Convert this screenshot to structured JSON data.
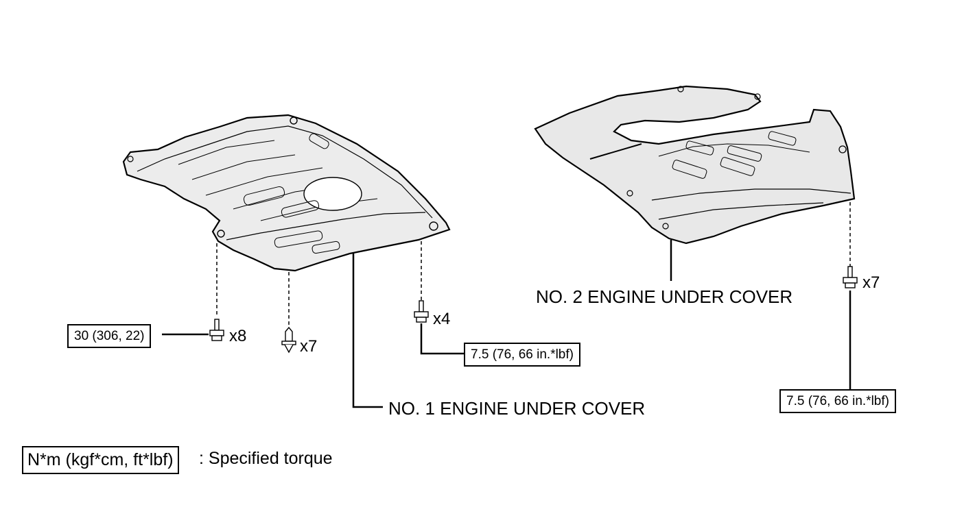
{
  "parts": {
    "cover1_label": "NO. 1 ENGINE UNDER COVER",
    "cover2_label": "NO. 2 ENGINE UNDER COVER"
  },
  "torque": {
    "bolt_x8": "30 (306, 22)",
    "bolt_x4": "7.5 (76, 66 in.*lbf)",
    "bolt_x7_right": "7.5 (76, 66 in.*lbf)"
  },
  "quantities": {
    "bolt_x8": "x8",
    "clip_x7": "x7",
    "bolt_x4": "x4",
    "bolt_x7_right": "x7"
  },
  "legend": {
    "units": "N*m (kgf*cm, ft*lbf)",
    "description": ": Specified torque"
  }
}
